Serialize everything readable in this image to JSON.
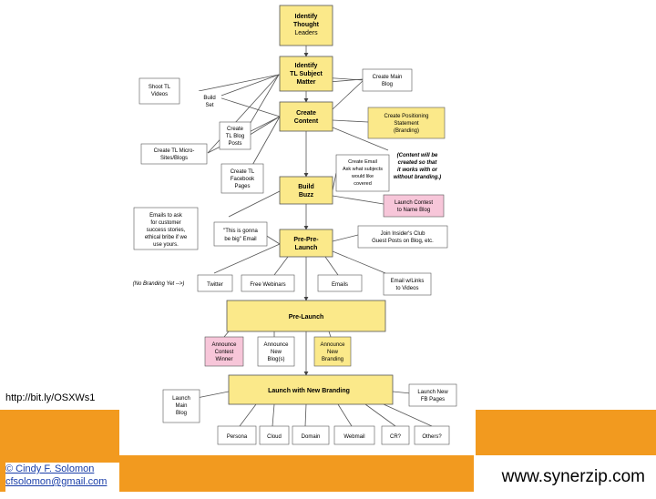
{
  "link": "http://bit.ly/OSXWs1",
  "footer": {
    "copyright": "© Cindy F. Solomon",
    "email": "cfsolomon@gmail.com",
    "site": "www.synerzip.com"
  },
  "colors": {
    "yellow_box": "#fbe98a",
    "pink_box": "#f7c6d9",
    "orange_band": "#f29a1f"
  },
  "nodes": {
    "identify_thought_leaders": [
      "Identify",
      "Thought",
      "Leaders"
    ],
    "identify_tl_subject_matter": [
      "Identify",
      "TL Subject",
      "Matter"
    ],
    "create_content": [
      "Create",
      "Content"
    ],
    "build_buzz": [
      "Build",
      "Buzz"
    ],
    "pre_pre_launch": [
      "Pre-Pre-",
      "Launch"
    ],
    "pre_launch": [
      "Pre-Launch"
    ],
    "launch_new_branding": [
      "Launch with New Branding"
    ],
    "shoot_tl_videos": [
      "Shoot TL",
      "Videos"
    ],
    "build_set": [
      "Build",
      "Set"
    ],
    "create_tl_blog_posts": [
      "Create",
      "TL Blog",
      "Posts"
    ],
    "create_tl_micro_sites": [
      "Create TL Micro-",
      "Sites/Blogs"
    ],
    "create_tl_facebook_pages": [
      "Create TL",
      "Facebook",
      "Pages"
    ],
    "create_main_blog": [
      "Create Main",
      "Blog"
    ],
    "create_positioning_statement": [
      "Create Positioning",
      "Statement",
      "(Branding)"
    ],
    "content_note": [
      "(Content will be",
      "created so that",
      "it works with or",
      "without branding.)"
    ],
    "create_email": [
      "Create Email",
      "Ask what subjects",
      "would like",
      "covered"
    ],
    "launch_contest": [
      "Launch Contest",
      "to Name Blog"
    ],
    "emails_customers": [
      "Emails to ask",
      "for customer",
      "success stories,",
      "ethical bribe if we",
      "use yours."
    ],
    "this_is_gonna_be_big": [
      "\"This is gonna",
      "be big\" Email"
    ],
    "join_insiders_club": [
      "Join Insider's Club",
      "Guest Posts on Blog, etc."
    ],
    "no_branding_yet": [
      "(No Branding Yet -->)"
    ],
    "twitter": [
      "Twitter"
    ],
    "free_webinars": [
      "Free Webinars"
    ],
    "emails": [
      "Emails"
    ],
    "email_links_videos": [
      "Email w/Links",
      "to Videos"
    ],
    "announce_contest_winner": [
      "Announce",
      "Contest",
      "Winner"
    ],
    "announce_new_blogs": [
      "Announce",
      "New",
      "Blog(s)"
    ],
    "announce_new_branding": [
      "Announce",
      "New",
      "Branding"
    ],
    "launch_main_blog": [
      "Launch",
      "Main",
      "Blog"
    ],
    "launch_new_fb_pages": [
      "Launch New",
      "FB Pages"
    ],
    "persona": [
      "Persona"
    ],
    "cloud": [
      "Cloud"
    ],
    "domain": [
      "Domain"
    ],
    "webmail": [
      "Webmail"
    ],
    "cr": [
      "CR?"
    ],
    "others": [
      "Others?"
    ]
  }
}
